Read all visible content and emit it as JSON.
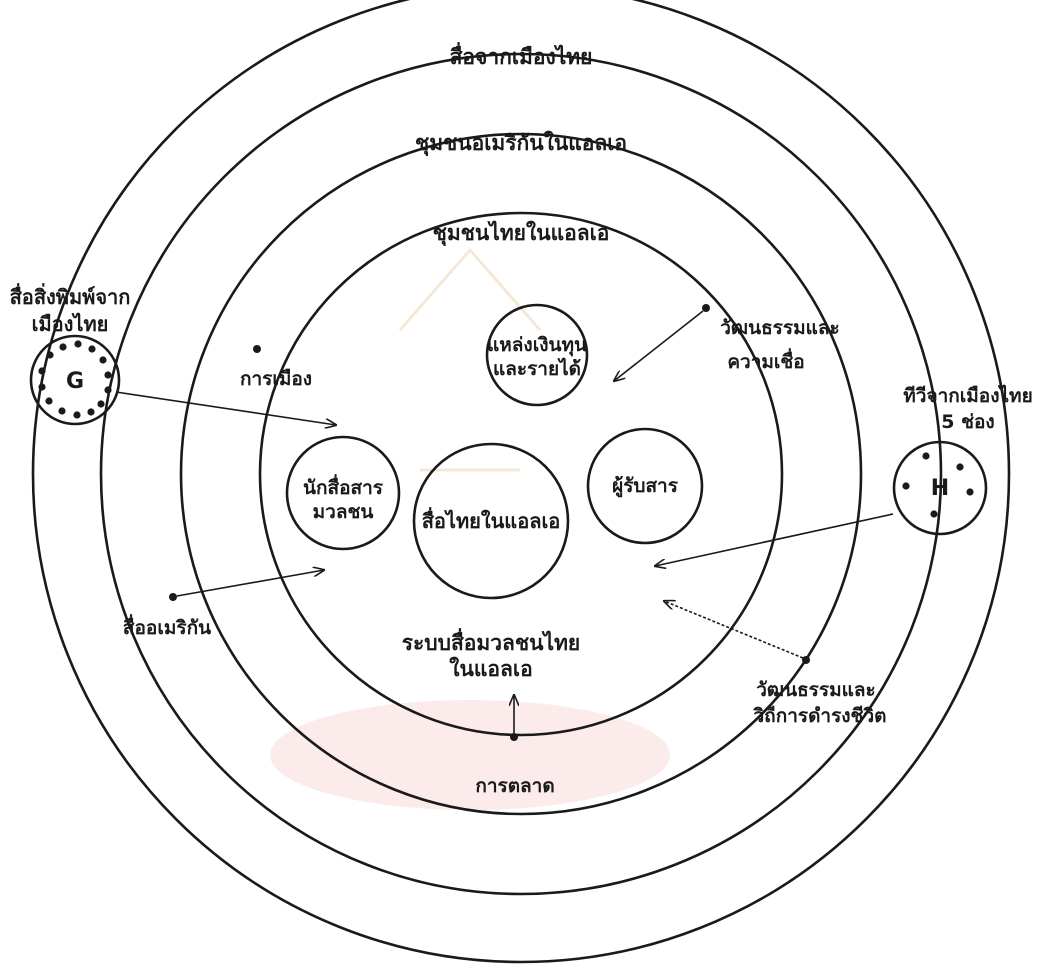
{
  "rings": {
    "outer_label": "สื่อจากเมืองไทย",
    "second_label": "ชุมชนอเมริกันในแอลเอ",
    "third_label": "ชุมชนไทยในแอลเอ",
    "inner_caption_line1": "ระบบสื่อมวลชนไทย",
    "inner_caption_line2": "ในแอลเอ"
  },
  "nodes": {
    "center": "สื่อไทยในแอลเอ",
    "funding_line1": "แหล่งเงินทุน",
    "funding_line2": "และรายได้",
    "journalists_line1": "นักสื่อสาร",
    "journalists_line2": "มวลชน",
    "audience": "ผู้รับสาร"
  },
  "external": {
    "politics": "การเมือง",
    "culture_beliefs_line1": "วัฒนธรรมและ",
    "culture_beliefs_line2": "ความเชื่อ",
    "american_media": "สื่ออเมริกัน",
    "culture_lifestyle_line1": "วัฒนธรรมและ",
    "culture_lifestyle_line2": "วิถีการดำรงชีวิต",
    "marketing": "การตลาด"
  },
  "cluster_g": {
    "letter": "G",
    "label_line1": "สื่อสิ่งพิมพ์จาก",
    "label_line2": "เมืองไทย"
  },
  "cluster_h": {
    "letter": "H",
    "label_line1": "ทีวีจากเมืองไทย",
    "label_line2": "5 ช่อง"
  },
  "colors": {
    "stroke": "#1a1a1a",
    "watermark": "#f3c9c9"
  }
}
